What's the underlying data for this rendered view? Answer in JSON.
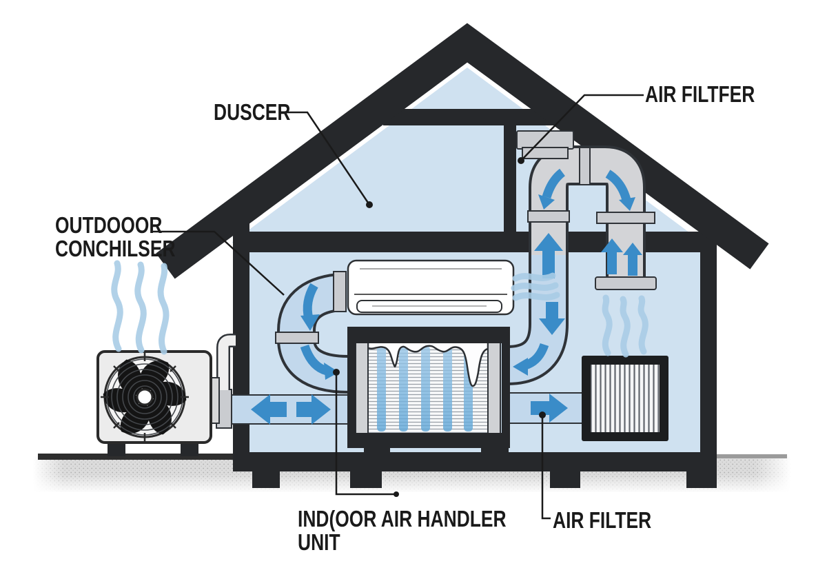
{
  "labels": {
    "ducts": {
      "text": "DUSCER"
    },
    "air_filter_top": {
      "text": "AIR FILTFER"
    },
    "outdoor_condenser": {
      "line1": "OUTDOOOR",
      "line2": "CONCHILSER"
    },
    "indoor_air_handler": {
      "line1": "IND(OOR AIR HANDLER",
      "line2": "UNIT"
    },
    "air_filter_bottom": {
      "text": "AIR FILTER"
    }
  },
  "colors": {
    "structure": "#26282b",
    "interior": "#cfe1f0",
    "outline": "#2f3338",
    "ductgray": "#d3d4d7",
    "ductblue": "#c2d8ec",
    "collar": "#caccd0",
    "arrow": "#3a8cc8",
    "wave": "#a9cce6",
    "leader": "#1a1a1a",
    "groundline": "#2e2e2e",
    "ice": "#fdfdfe"
  }
}
